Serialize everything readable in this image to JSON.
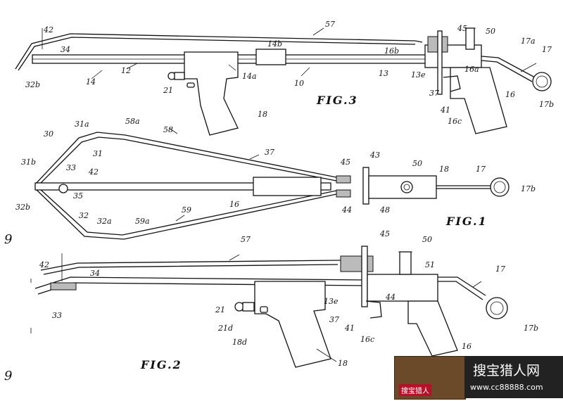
{
  "figures": {
    "fig1": "FIG.1",
    "fig2": "FIG.2",
    "fig3": "FIG.3"
  },
  "fig3_labels": {
    "l42": "42",
    "l34": "34",
    "l32b": "32b",
    "l14": "14",
    "l12": "12",
    "l21": "21",
    "l14b": "14b",
    "l14a": "14a",
    "l10": "10",
    "l13": "13",
    "l57": "57",
    "l45": "45",
    "l50": "50",
    "l16b": "16b",
    "l13e": "13e",
    "l16a": "16a",
    "l17a": "17a",
    "l17": "17",
    "l37": "37",
    "l41": "41",
    "l16c": "16c",
    "l16": "16",
    "l17b": "17b",
    "l18": "18"
  },
  "fig1_labels": {
    "l30": "30",
    "l31a": "31a",
    "l58a": "58a",
    "l58": "58",
    "l31b": "31b",
    "l31": "31",
    "l33": "33",
    "l42": "42",
    "l35": "35",
    "l37": "37",
    "l45": "45",
    "l43": "43",
    "l50": "50",
    "l18": "18",
    "l17": "17",
    "l17b": "17b",
    "l32b": "32b",
    "l32": "32",
    "l16": "16",
    "l44": "44",
    "l48": "48",
    "l32a": "32a",
    "l59a": "59a",
    "l59": "59"
  },
  "fig2_labels": {
    "l57": "57",
    "l45": "45",
    "l50": "50",
    "l42": "42",
    "l34": "34",
    "l51": "51",
    "l17": "17",
    "l33": "33",
    "l13e": "13e",
    "l44": "44",
    "l21": "21",
    "l21d": "21d",
    "l37": "37",
    "l41": "41",
    "l18d": "18d",
    "l16c": "16c",
    "l17b": "17b",
    "l16": "16",
    "l18": "18"
  },
  "margin_marks": {
    "m1": "9",
    "m2": "9"
  },
  "watermark": {
    "badge": "搜宝猎人",
    "site": "搜宝猎人网",
    "url": "www.cc88888.com"
  }
}
